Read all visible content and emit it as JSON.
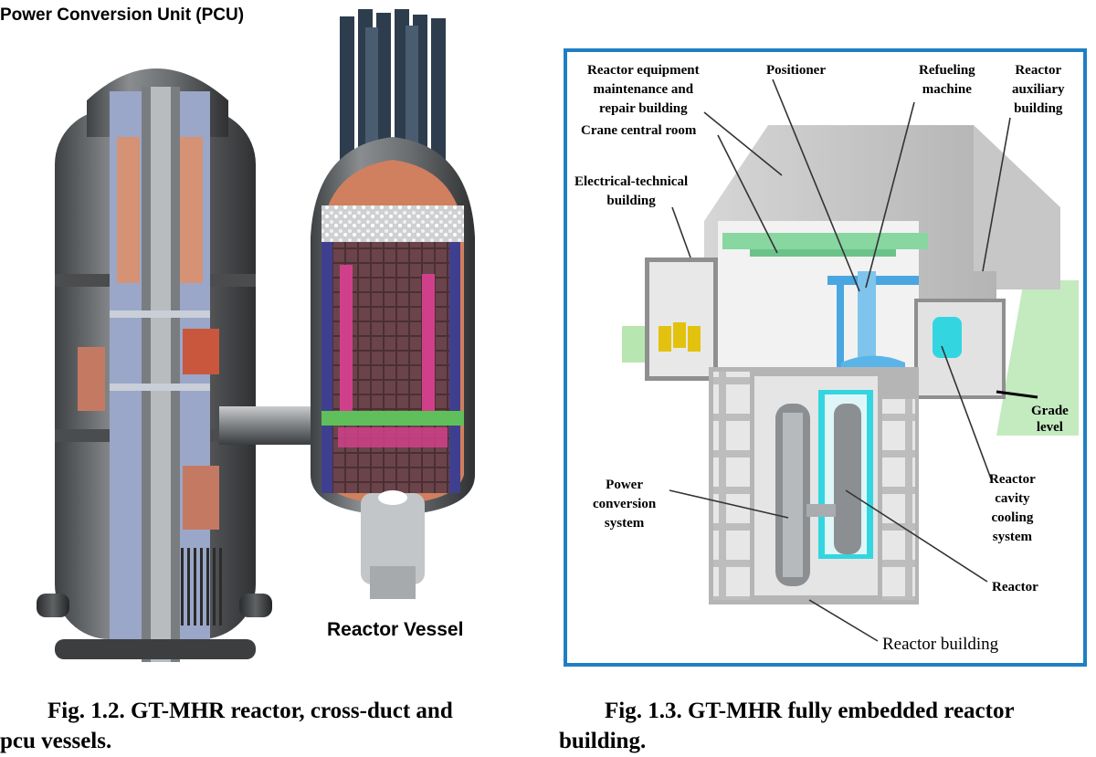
{
  "left_figure": {
    "pcu_label": "Power Conversion Unit (PCU)",
    "vessel_label": "Reactor Vessel",
    "caption_line1": "Fig. 1.2.  GT-MHR reactor, cross-duct and",
    "caption_line2": "pcu vessels."
  },
  "right_figure": {
    "labels": {
      "maint_1": "Reactor equipment",
      "maint_2": "maintenance and",
      "maint_3": "repair building",
      "positioner": "Positioner",
      "refuel_1": "Refueling",
      "refuel_2": "machine",
      "aux_1": "Reactor",
      "aux_2": "auxiliary",
      "aux_3": "building",
      "crane": "Crane central room",
      "elec_1": "Electrical-technical",
      "elec_2": "building",
      "grade_1": "Grade",
      "grade_2": "level",
      "pcs_1": "Power",
      "pcs_2": "conversion",
      "pcs_3": "system",
      "rccs_1": "Reactor",
      "rccs_2": "cavity",
      "rccs_3": "cooling",
      "rccs_4": "system",
      "reactor": "Reactor",
      "building": "Reactor building"
    },
    "caption_line1": "Fig. 1.3.  GT-MHR fully embedded reactor",
    "caption_line2": "building."
  },
  "colors": {
    "frame_blue": "#1f7fc4",
    "vessel_grey": "#6b6e70",
    "core_copper": "#d08a6a",
    "core_brown": "#5a3a3c",
    "core_magenta": "#d0408a",
    "liner_cyan": "#33d6e0",
    "crane_green": "#88d6a0",
    "concrete": "#cfcfcf"
  }
}
